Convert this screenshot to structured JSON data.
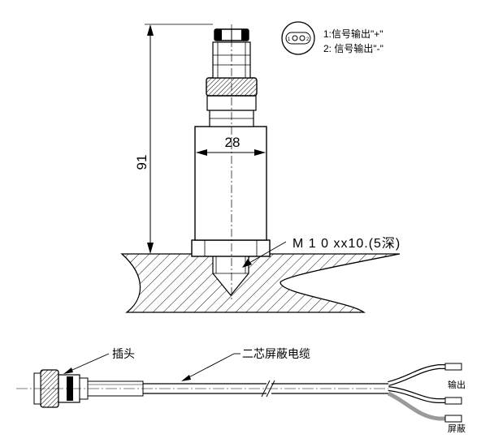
{
  "dimensions": {
    "height": "91",
    "width": "28",
    "thread": "M 1 0 xx10.(5深)"
  },
  "pinout": {
    "pin1": "1:信号输出\"+\"",
    "pin2": "2: 信号输出\"-\"",
    "pin1_mark": "1",
    "pin2_mark": "2"
  },
  "cable": {
    "plug_label": "插头",
    "cable_label": "二芯屏蔽电缆",
    "wire_output": "输出",
    "wire_shield": "屏蔽"
  },
  "colors": {
    "line": "#000000",
    "wire_grey": "#9a9a9a"
  }
}
